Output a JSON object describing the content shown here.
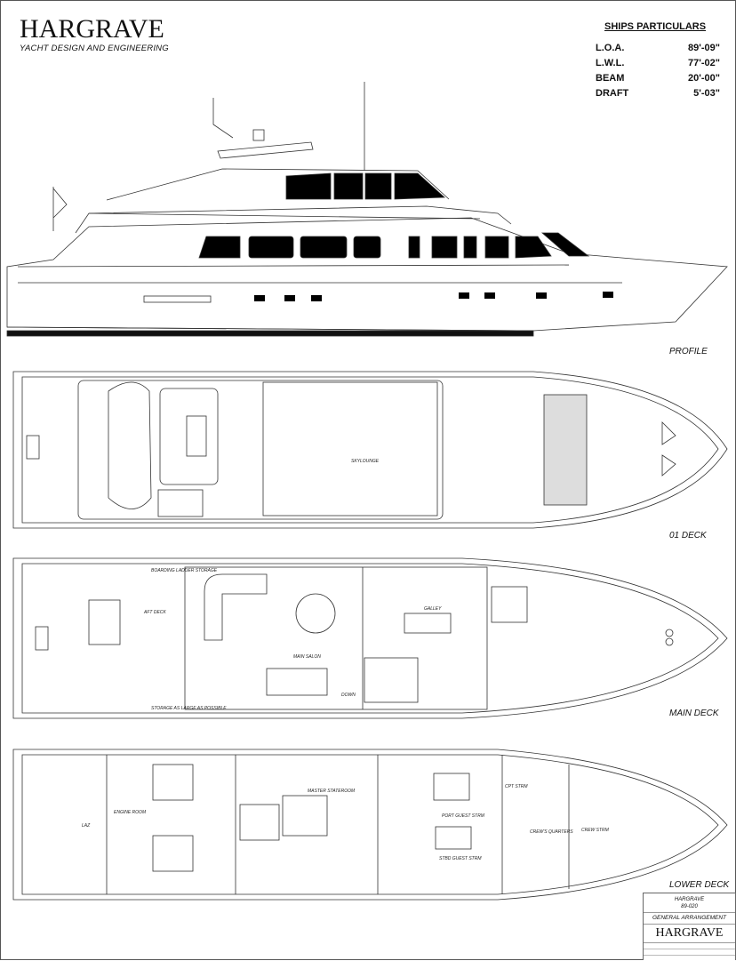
{
  "brand": {
    "name": "HARGRAVE",
    "tagline": "YACHT DESIGN AND ENGINEERING"
  },
  "particulars": {
    "title": "SHIPS PARTICULARS",
    "rows": [
      {
        "label": "L.O.A.",
        "value": "89'-09\""
      },
      {
        "label": "L.W.L.",
        "value": "77'-02\""
      },
      {
        "label": "BEAM",
        "value": "20'-00\""
      },
      {
        "label": "DRAFT",
        "value": "5'-03\""
      }
    ]
  },
  "views": {
    "profile": "PROFILE",
    "deck01": "01 DECK",
    "main": "MAIN DECK",
    "lower": "LOWER DECK"
  },
  "rooms": {
    "skylounge": "SKYLOUNGE",
    "aft_deck": "AFT DECK",
    "main_salon": "MAIN SALON",
    "galley": "GALLEY",
    "boarding": "BOARDING LADDER STORAGE",
    "storage": "STORAGE AS LARGE AS POSSIBLE",
    "engine_room": "ENGINE ROOM",
    "laz": "LAZ",
    "master": "MASTER STATEROOM",
    "port_guest": "PORT GUEST STRM",
    "stbd_guest": "STBD GUEST STRM",
    "cpt": "CPT STRM",
    "crews_quarters": "CREW'S QUARTERS",
    "crew": "CREW STRM",
    "down": "DOWN"
  },
  "title_block": {
    "company": "HARGRAVE",
    "number": "89-020",
    "drawing": "GENERAL ARRANGEMENT",
    "logo": "HARGRAVE"
  }
}
